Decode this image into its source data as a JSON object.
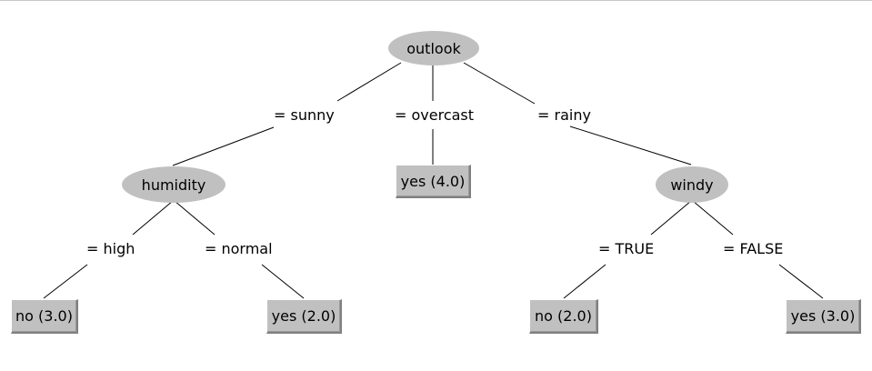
{
  "tree": {
    "nodes": {
      "outlook": "outlook",
      "humidity": "humidity",
      "windy": "windy",
      "leaf_no_3": "no (3.0)",
      "leaf_yes_2": "yes (2.0)",
      "leaf_yes_4": "yes (4.0)",
      "leaf_no_2": "no (2.0)",
      "leaf_yes_3": "yes (3.0)"
    },
    "edges": {
      "sunny": "= sunny",
      "overcast": "= overcast",
      "rainy": "= rainy",
      "high": "= high",
      "normal": "= normal",
      "true": "= TRUE",
      "false": "= FALSE"
    }
  }
}
